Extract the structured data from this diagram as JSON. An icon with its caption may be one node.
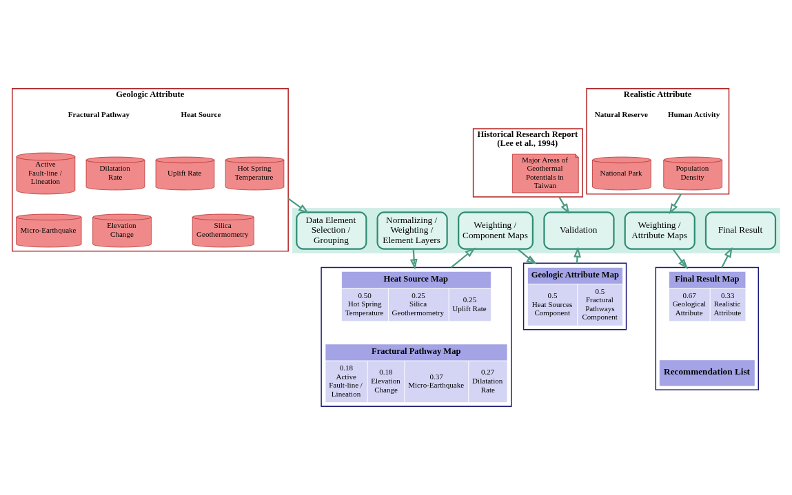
{
  "diagram": {
    "nodes": [
      {
        "text": [
          "Geologic Attribute"
        ]
      },
      {
        "text": [
          "Hot Spring Temperature"
        ],
        "in": 0
      },
      {
        "text": [
          "Uplift Rate"
        ],
        "in": 0
      },
      {
        "text": [
          "Silica Geothermometry"
        ],
        "in": 0
      },
      {
        "text": [
          "Active Fault-line / Lineation"
        ],
        "in": 0
      },
      {
        "text": [
          "Dilatation Rate"
        ],
        "in": 0
      },
      {
        "text": [
          "Micro-Earthquake"
        ],
        "in": 0
      },
      {
        "text": [
          "Elevation Change"
        ],
        "in": 0
      },
      {
        "text": [
          "Historical Research Report (Lee et al., 1994)"
        ]
      },
      {
        "text": [
          "Major Areas of Geothermal Potentials in Taiwan"
        ],
        "in": 8
      },
      {
        "text": [
          "Realistic Attribute"
        ]
      },
      {
        "text": [
          "Population Density"
        ],
        "in": 10
      },
      {
        "text": [
          "National Park"
        ],
        "in": 10
      },
      {
        "text": [],
        "shape": "arrow"
      },
      {
        "text": [
          "Data Element Selection / Grouping"
        ],
        "in": 13
      },
      {
        "text": [
          "Normalizing / Weighting / Element Layers"
        ],
        "in": 13
      },
      {
        "text": [
          "Weighting / Component Maps"
        ],
        "in": 13
      },
      {
        "text": [
          "Validation"
        ],
        "in": 13
      },
      {
        "text": [
          "Weighting / Attribute Maps"
        ],
        "in": 13
      },
      {
        "text": [
          "Final Result"
        ],
        "in": 13
      },
      {
        "text": [],
        "shape": "parallelogram"
      },
      {
        "text": [
          "Heat Source Map",
          "0.50",
          "Hot Spring Temperature",
          "0.25",
          "Silica Geothermometry",
          "0.25",
          "Uplift Rate"
        ],
        "in": 20
      },
      {
        "text": [
          "Fractural Pathway Map",
          "0.18",
          "Active Fault-line / Lineation",
          "0.18",
          "Elevation Change",
          "0.37",
          "Micro-Earthquake",
          "0.27",
          "Dilatation Rate"
        ],
        "in": 20
      },
      {
        "text": [],
        "shape": "parallelogram"
      },
      {
        "text": [
          "Geologic Attribute Map",
          "0.5",
          "Heat Sources Component",
          "0.5",
          "Fractural Pathways Component"
        ],
        "in": 23
      },
      {
        "text": [],
        "shape": "parallelogram"
      },
      {
        "text": [
          "Final Result Map",
          "0.67",
          "Geological Attribute",
          "0.33",
          "Realistic Attribute"
        ],
        "in": 25
      },
      {
        "text": [
          "Recommendation List"
        ],
        "in": 25
      }
    ],
    "edges": [
      {
        "from": 0,
        "to": 14,
        "arrow": "to"
      },
      {
        "from": 8,
        "to": 17,
        "arrow": "to"
      },
      {
        "from": 10,
        "to": 18,
        "arrow": "to"
      },
      {
        "from": 15,
        "to": 20,
        "arrow": "to"
      },
      {
        "from": 20,
        "to": 16,
        "arrow": "to"
      },
      {
        "from": 16,
        "to": 23,
        "arrow": "to"
      },
      {
        "from": 23,
        "to": 17,
        "arrow": "to"
      },
      {
        "from": 18,
        "to": 25,
        "arrow": "to"
      },
      {
        "from": 25,
        "to": 19,
        "arrow": "to"
      }
    ],
    "labels": [
      "Heat Source",
      "Fractural Pathway",
      "Human Activity",
      "Natural Reserve"
    ]
  }
}
